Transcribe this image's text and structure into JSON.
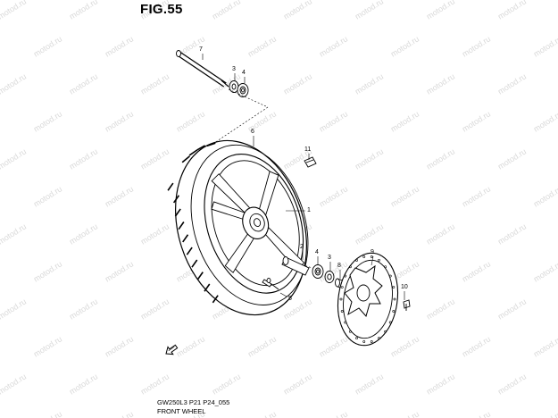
{
  "figure": {
    "title": "FIG.55",
    "code": "GW250L3 P21 P24_055",
    "caption": "FRONT WHEEL"
  },
  "watermark": {
    "text": "motod.ru"
  },
  "callouts": [
    {
      "id": "7",
      "label": "7"
    },
    {
      "id": "3a",
      "label": "3"
    },
    {
      "id": "4a",
      "label": "4"
    },
    {
      "id": "6",
      "label": "6"
    },
    {
      "id": "11",
      "label": "11"
    },
    {
      "id": "1",
      "label": "1"
    },
    {
      "id": "2",
      "label": "2"
    },
    {
      "id": "4b",
      "label": "4"
    },
    {
      "id": "3b",
      "label": "3"
    },
    {
      "id": "8",
      "label": "8"
    },
    {
      "id": "9",
      "label": "9"
    },
    {
      "id": "10",
      "label": "10"
    },
    {
      "id": "5",
      "label": "5"
    }
  ],
  "colors": {
    "line": "#000000",
    "watermark": "#d9d9d9",
    "background": "#ffffff"
  },
  "icons": {
    "front_direction": "arrow-icon"
  }
}
